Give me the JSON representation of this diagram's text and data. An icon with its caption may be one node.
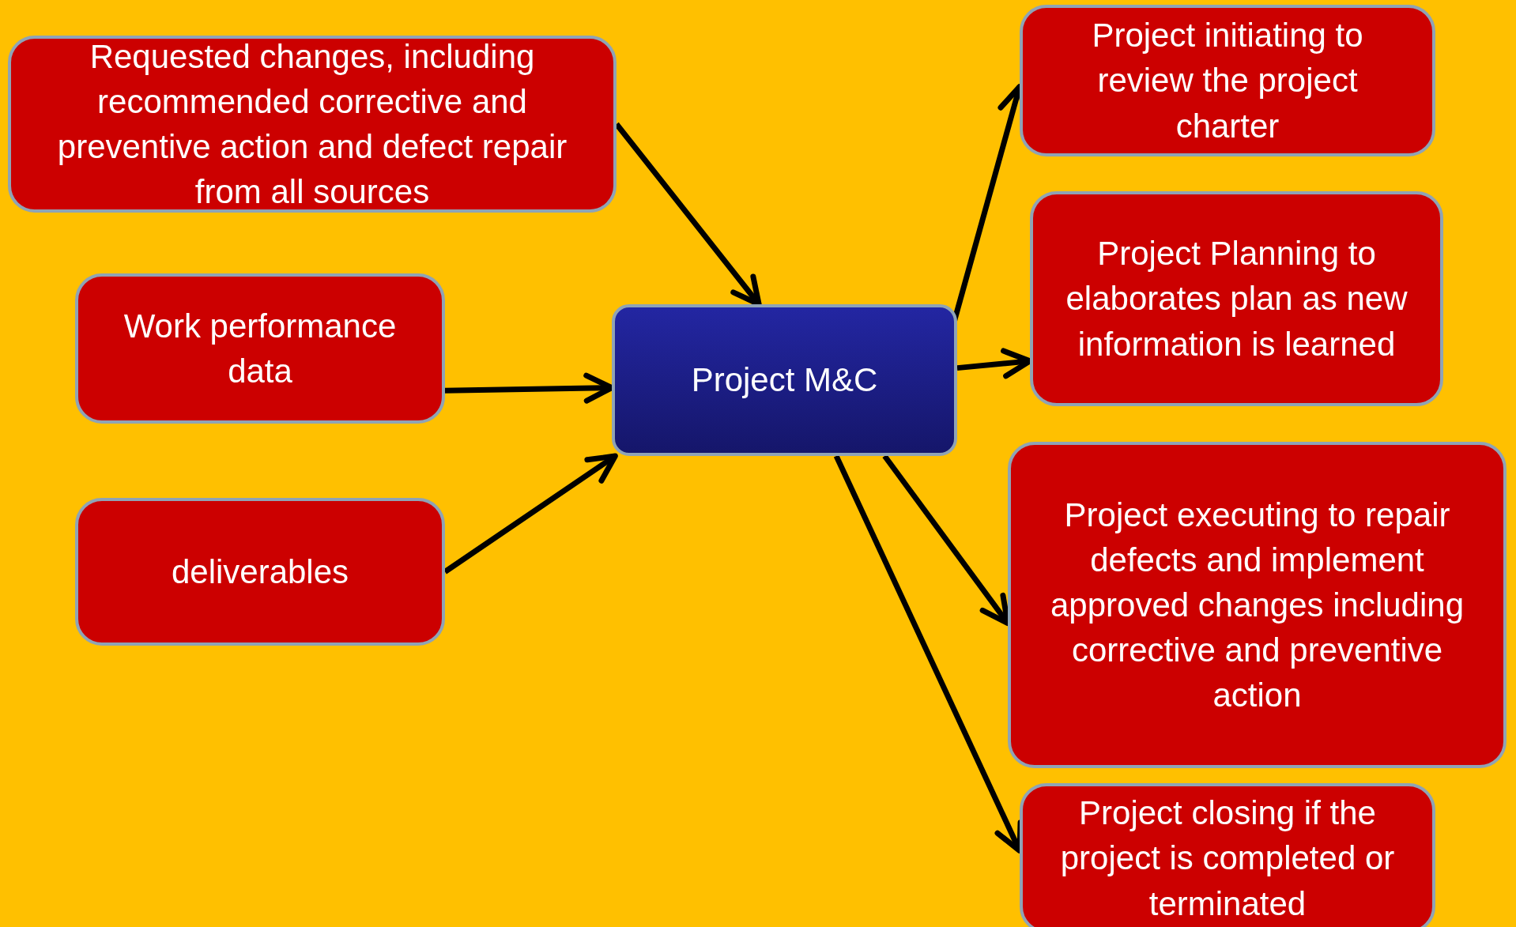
{
  "diagram": {
    "nodes": [
      {
        "text": [
          "Requested changes, including recommended corrective and preventive action and defect repair from all sources"
        ]
      },
      {
        "text": [
          "Work performance data"
        ]
      },
      {
        "text": [
          "deliverables"
        ]
      },
      {
        "text": [
          "Project M&C"
        ]
      },
      {
        "text": [
          "Project initiating to review the project charter"
        ]
      },
      {
        "text": [
          "Project Planning to elaborates plan as new information is learned"
        ]
      },
      {
        "text": [
          "Project executing to repair defects and implement approved changes including corrective and preventive action"
        ]
      },
      {
        "text": [
          "Project closing if the project is completed or terminated"
        ]
      }
    ],
    "edges": [
      {
        "from": 0,
        "to": 3,
        "arrow": "to"
      },
      {
        "from": 1,
        "to": 3,
        "arrow": "to"
      },
      {
        "from": 2,
        "to": 3,
        "arrow": "to"
      },
      {
        "from": 3,
        "to": 4,
        "arrow": "to"
      },
      {
        "from": 3,
        "to": 5,
        "arrow": "to"
      },
      {
        "from": 3,
        "to": 6,
        "arrow": "to"
      },
      {
        "from": 3,
        "to": 7,
        "arrow": "to"
      }
    ]
  }
}
